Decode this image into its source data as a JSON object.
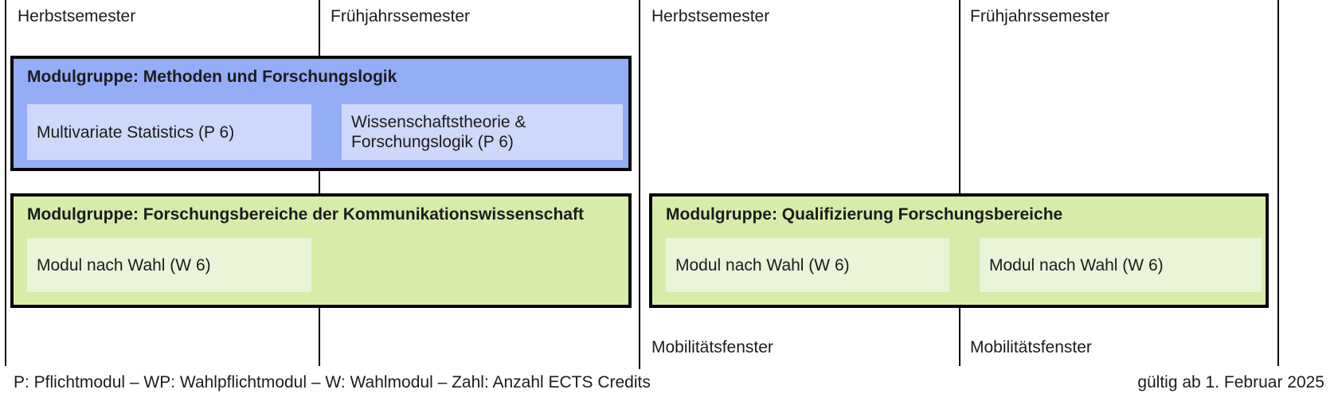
{
  "colors": {
    "blue_box_bg": "#94adf7",
    "blue_cell_bg": "#cdd8fa",
    "green_box_bg": "#d8ecaa",
    "green_cell_bg": "#eaf4d9",
    "border": "#050508",
    "text": "#1c1c1c"
  },
  "left_table": {
    "col1_header": "Herbstsemester",
    "col2_header": "Frühjahrssemester"
  },
  "right_table": {
    "col1_header": "Herbstsemester",
    "col2_header": "Frühjahrssemester",
    "col1_bottom_label": "Mobilitätsfenster",
    "col2_bottom_label": "Mobilitätsfenster"
  },
  "module_groups": {
    "methoden": {
      "title": "Modulgruppe: Methoden und Forschungslogik",
      "modules": [
        "Multivariate Statistics (P 6)",
        "Wissenschaftstheorie & Forschungslogik (P 6)"
      ]
    },
    "forschungsbereiche": {
      "title": "Modulgruppe: Forschungsbereiche der Kommunikationswissenschaft",
      "modules": [
        "Modul nach Wahl (W 6)"
      ]
    },
    "qualifizierung": {
      "title": "Modulgruppe: Qualifizierung Forschungsbereiche",
      "modules": [
        "Modul nach Wahl (W 6)",
        "Modul nach Wahl (W 6)"
      ]
    }
  },
  "footer": {
    "legend": "P: Pflichtmodul – WP: Wahlpflichtmodul – W: Wahlmodul – Zahl: Anzahl ECTS Credits",
    "valid_from": "gültig ab 1. Februar 2025"
  }
}
